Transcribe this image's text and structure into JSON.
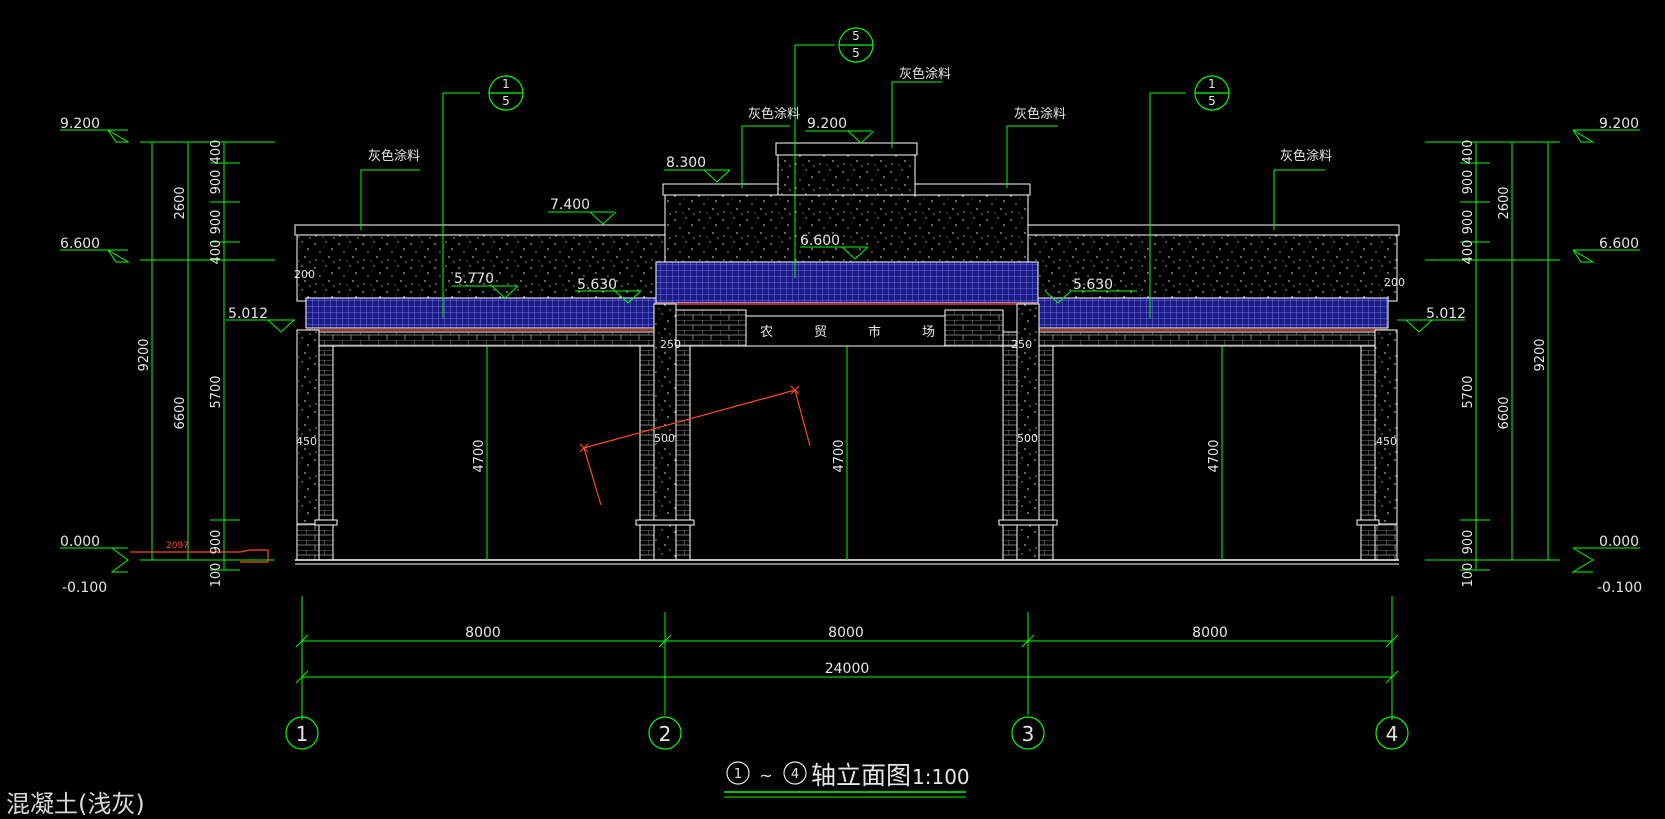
{
  "colors": {
    "background": "#000000",
    "dimension_green": "#00ff00",
    "outline_white": "#ffffff",
    "text_white": "#e6e6e6",
    "tile_blue": "#3b3bd6",
    "annotation_red": "#ff4a1a"
  },
  "drawing": {
    "title_axis_start": "1",
    "title_axis_end": "4",
    "title_tilde": "~",
    "title_text": "轴立面图",
    "title_scale": "1:100",
    "bottom_text": "混凝土(浅灰)",
    "sign_chars": [
      "农",
      "贸",
      "市",
      "场"
    ]
  },
  "notes": {
    "paint_left": "灰色涂料",
    "paint_mid_left": "灰色涂料",
    "paint_mid_right": "灰色涂料",
    "paint_center": "灰色涂料",
    "paint_right": "灰色涂料"
  },
  "callouts": {
    "left_top": "1",
    "left_bottom": "5",
    "center_top": "5",
    "center_bottom": "5",
    "right_top": "1",
    "right_bottom": "5"
  },
  "elevations": {
    "left_920": "9.200",
    "left_660": "6.600",
    "left_000": "0.000",
    "left_m010": "-0.100",
    "left_5012": "5.012",
    "right_920": "9.200",
    "right_660": "6.600",
    "right_000": "0.000",
    "right_m010": "-0.100",
    "right_5012": "5.012",
    "roof_740": "7.400",
    "roof_830": "8.300",
    "roof_920": "9.200",
    "center_660": "6.600",
    "eave_5770": "5.770",
    "eave_5630_l": "5.630",
    "eave_5630_r": "5.630"
  },
  "vertical_dims": {
    "left_total": "9200",
    "left_upper": "2600",
    "left_lower": "6600",
    "left_400a": "400",
    "left_900a": "900",
    "left_900b": "900",
    "left_400b": "400",
    "left_5700": "5700",
    "left_900c": "900",
    "left_100": "100",
    "right_total": "9200",
    "right_upper": "2600",
    "right_lower": "6600",
    "right_400a": "400",
    "right_900a": "900",
    "right_900b": "900",
    "right_400b": "400",
    "right_5700": "5700",
    "right_900c": "900",
    "right_100": "100",
    "opening_1": "4700",
    "opening_2": "4700",
    "opening_3": "4700",
    "small_200_l": "200",
    "small_200_r": "200",
    "small_250_l": "250",
    "small_250_r": "250",
    "small_450_l": "450",
    "small_450_r": "450",
    "small_500_l": "500",
    "small_500_r": "500",
    "red_dim": "2097"
  },
  "horizontal_dims": {
    "bay_1": "8000",
    "bay_2": "8000",
    "bay_3": "8000",
    "total": "24000"
  },
  "axes": [
    "1",
    "2",
    "3",
    "4"
  ]
}
